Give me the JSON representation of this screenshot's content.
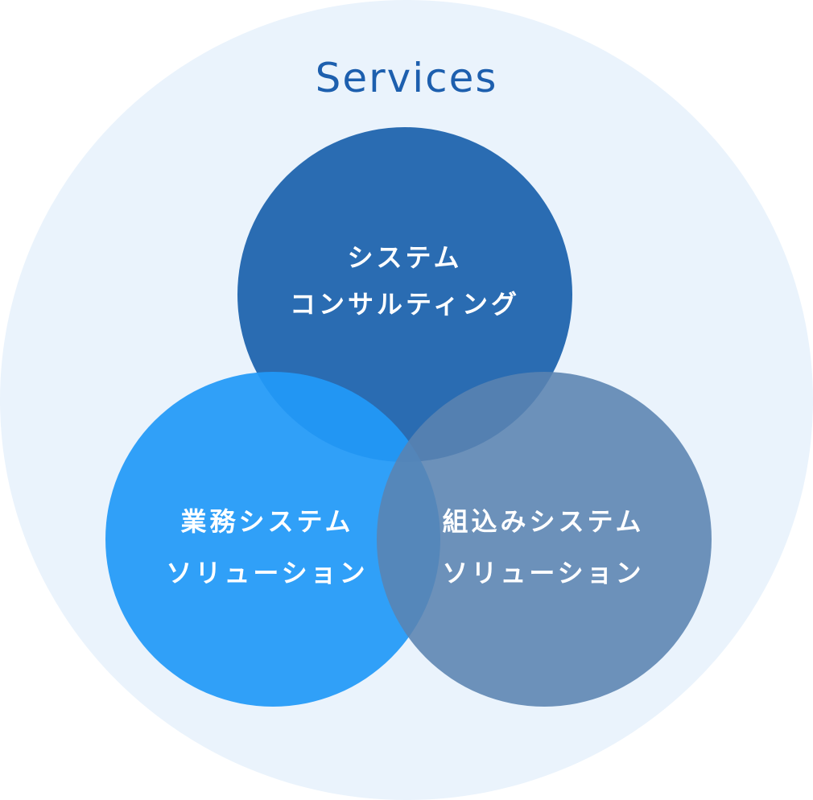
{
  "title": "Services",
  "colors": {
    "outer_circle": "#EAF3FC",
    "title_text": "#1D5FAE",
    "top_circle": "#2A6CB2",
    "left_circle": "rgba(33, 153, 248, 0.93)",
    "right_circle": "rgba(90, 131, 177, 0.88)",
    "label_text": "#FFFFFF"
  },
  "diagram": {
    "type": "venn",
    "circles": [
      {
        "id": "system-consulting",
        "position": "top",
        "label": "システムコンサルティング",
        "label_lines": [
          "システム",
          "コンサルティング"
        ]
      },
      {
        "id": "business-system-solution",
        "position": "bottom-left",
        "label": "業務システムソリューション",
        "label_lines": [
          "業務システム",
          "ソリューション"
        ]
      },
      {
        "id": "embedded-system-solution",
        "position": "bottom-right",
        "label": "組込みシステムソリューション",
        "label_lines": [
          "組込みシステム",
          "ソリューション"
        ]
      }
    ]
  }
}
